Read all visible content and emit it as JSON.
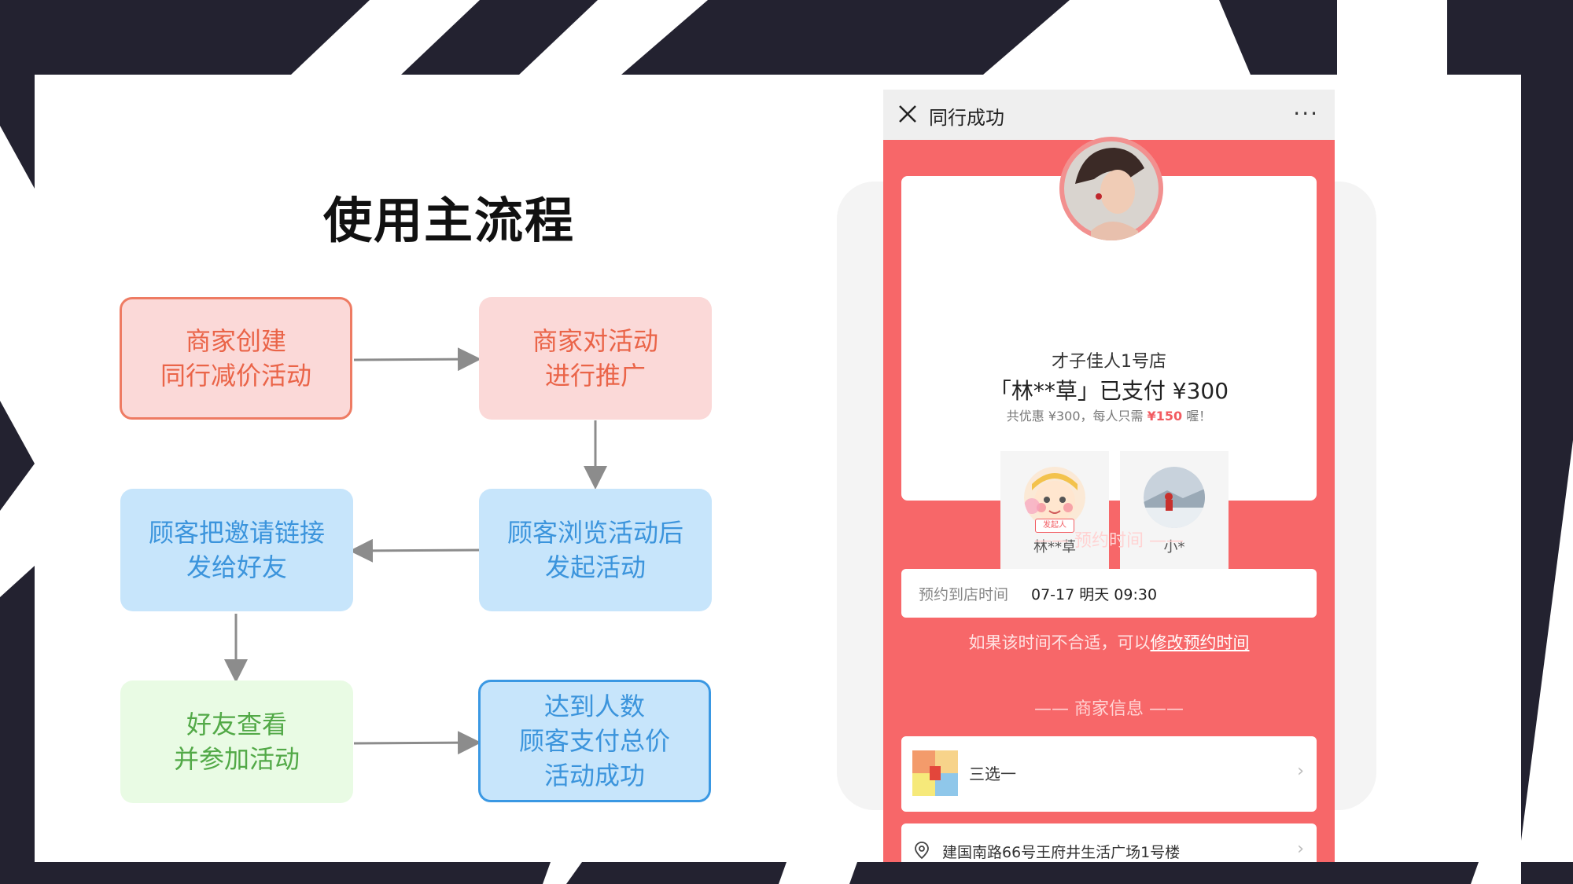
{
  "flow": {
    "title": "使用主流程",
    "steps": [
      {
        "line1": "商家创建",
        "line2": "同行减价活动"
      },
      {
        "line1": "商家对活动",
        "line2": "进行推广"
      },
      {
        "line1": "顾客浏览活动后",
        "line2": "发起活动"
      },
      {
        "line1": "顾客把邀请链接",
        "line2": "发给好友"
      },
      {
        "line1": "好友查看",
        "line2": "并参加活动"
      },
      {
        "line1": "达到人数",
        "line2": "顾客支付总价",
        "line3": "活动成功"
      }
    ]
  },
  "phone": {
    "nav": {
      "title": "同行成功",
      "more": "···"
    },
    "store_name": "才子佳人1号店",
    "paid_line": "「林**草」已支付 ¥300",
    "saving_prefix": "共优惠 ¥300，每人只需 ",
    "saving_amount": "¥150",
    "saving_suffix": " 喔！",
    "members": [
      {
        "name": "林**草",
        "badge": "发起人"
      },
      {
        "name": "小*"
      }
    ],
    "booking": {
      "section_title": "—— 预约时间 ——",
      "label": "预约到店时间",
      "value": "07-17 明天 09:30",
      "notice_prefix": "如果该时间不合适，可以",
      "notice_link": "修改预约时间"
    },
    "merchant": {
      "section_title": "—— 商家信息 ——",
      "product": "三选一",
      "address": "建国南路66号王府井生活广场1号楼"
    }
  },
  "colors": {
    "phone_bg": "#f76769",
    "red_box": "#fbd9d8",
    "blue_box": "#c7e5fb",
    "green_box": "#e9fbe4"
  }
}
